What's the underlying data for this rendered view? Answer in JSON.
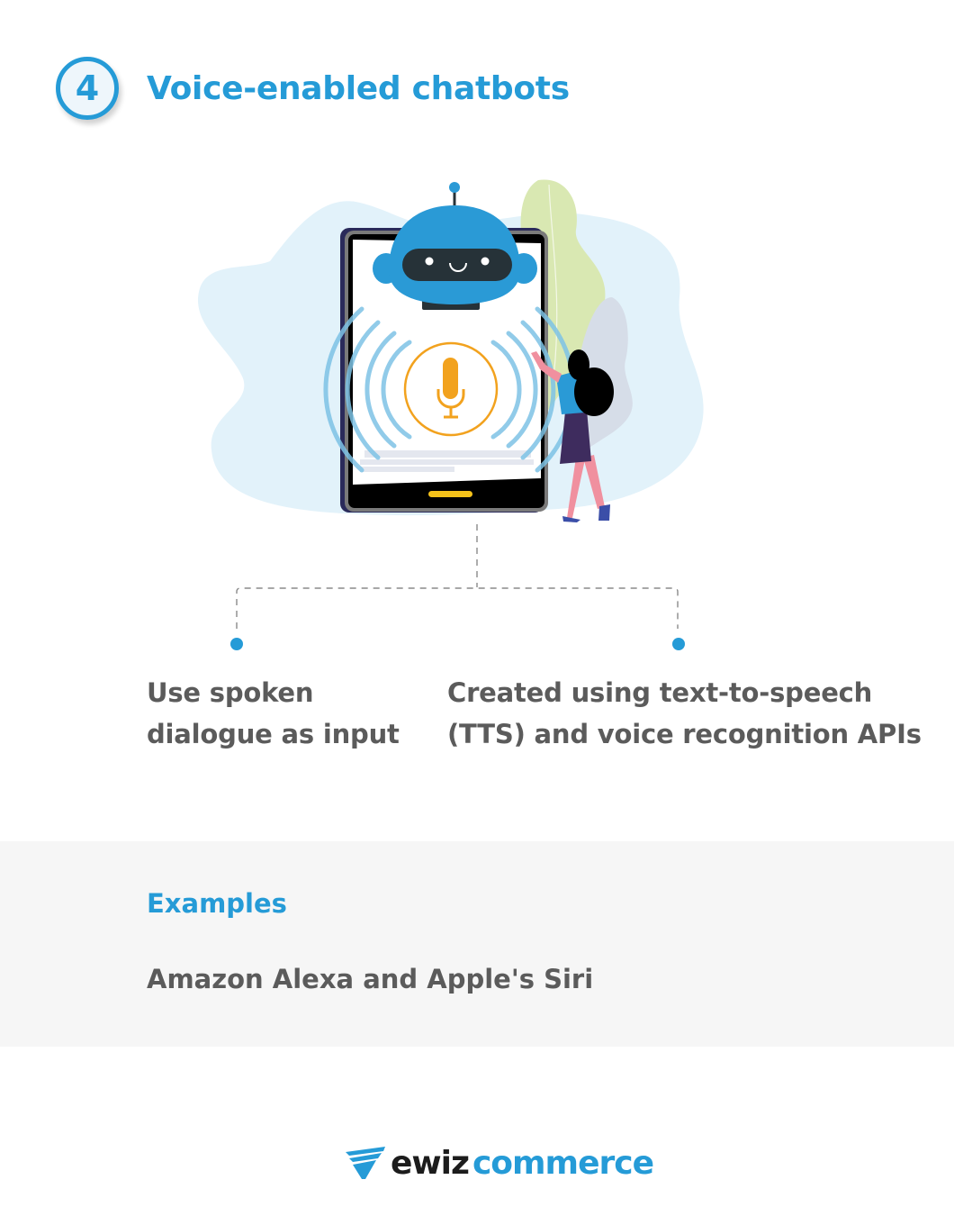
{
  "header": {
    "step_number": "4",
    "title": "Voice-enabled chatbots"
  },
  "illustration": {
    "description": "Robot chatbot head above a tablet showing a microphone with sound waves; woman touching the tablet",
    "icons": [
      "robot-icon",
      "tablet-icon",
      "microphone-icon",
      "sound-waves-icon",
      "woman-figure",
      "leaf-decoration"
    ]
  },
  "points": [
    {
      "line1": "Use spoken",
      "line2": "dialogue as input"
    },
    {
      "line1": "Created using text-to-speech",
      "line2": "(TTS) and voice recognition APIs"
    }
  ],
  "examples": {
    "heading": "Examples",
    "text": "Amazon Alexa and Apple's Siri"
  },
  "footer": {
    "logo_part1": "ewiz",
    "logo_part2": "commerce"
  },
  "colors": {
    "accent_blue": "#259bd7",
    "body_text": "#5b5b5b",
    "mic_orange": "#f2a21e",
    "band_gray": "#f6f6f6",
    "blob_blue": "#e2f2fa",
    "leaf_green": "#d9e8b2"
  }
}
